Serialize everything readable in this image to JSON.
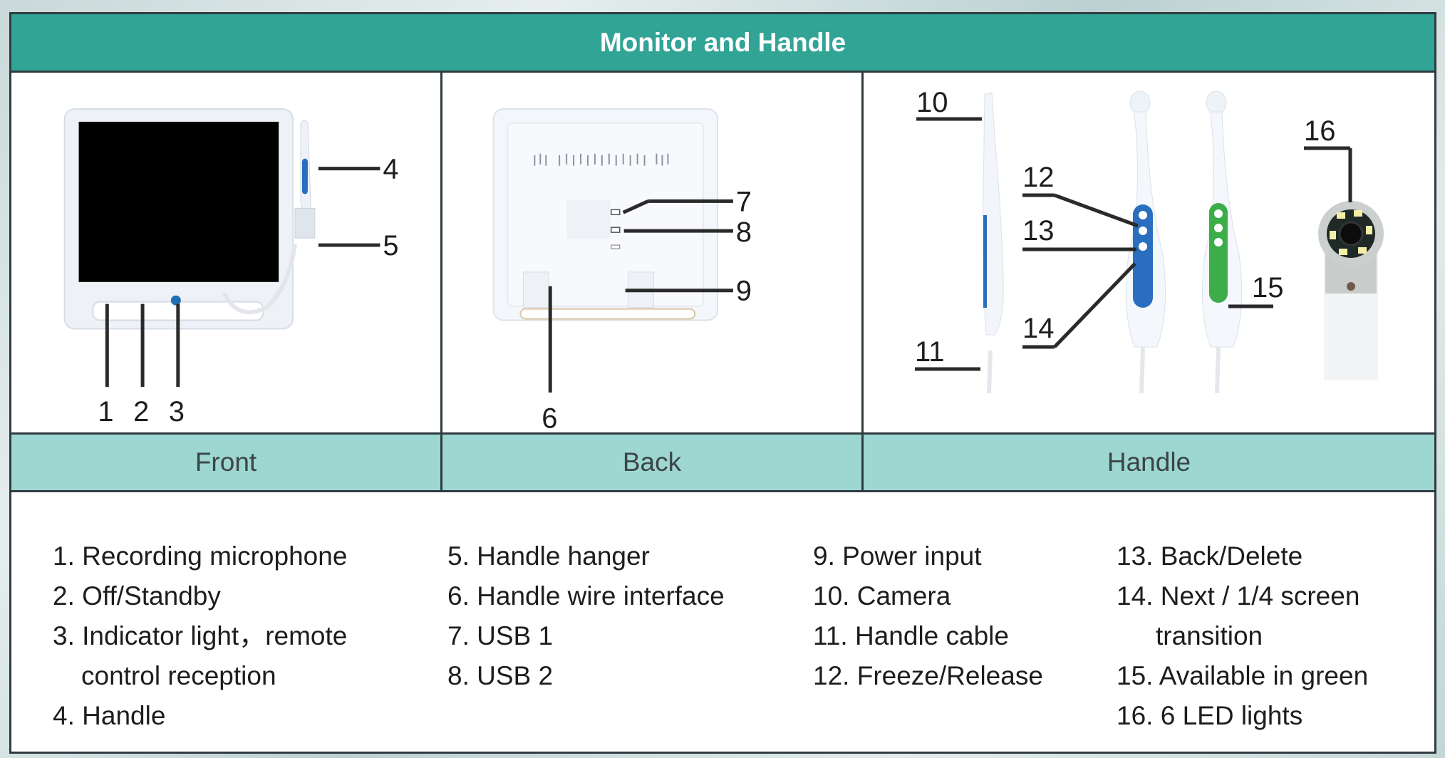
{
  "title": "Monitor and Handle",
  "panels": [
    {
      "id": "front",
      "label": "Front",
      "callouts": [
        "1",
        "2",
        "3",
        "4",
        "5"
      ]
    },
    {
      "id": "back",
      "label": "Back",
      "callouts": [
        "6",
        "7",
        "8",
        "9"
      ]
    },
    {
      "id": "handle",
      "label": "Handle",
      "callouts": [
        "10",
        "11",
        "12",
        "13",
        "14",
        "15",
        "16"
      ]
    }
  ],
  "legend": {
    "columns": [
      [
        {
          "num": "1.",
          "text": "Recording microphone"
        },
        {
          "num": "2.",
          "text": "Off/Standby"
        },
        {
          "num": "3.",
          "text": "Indicator light，remote",
          "cont": "control reception"
        },
        {
          "num": "4.",
          "text": "Handle"
        }
      ],
      [
        {
          "num": "5.",
          "text": "Handle hanger"
        },
        {
          "num": "6.",
          "text": "Handle wire interface"
        },
        {
          "num": "7.",
          "text": "USB 1"
        },
        {
          "num": "8.",
          "text": "USB 2"
        }
      ],
      [
        {
          "num": "9.",
          "text": "Power input"
        },
        {
          "num": "10.",
          "text": "Camera"
        },
        {
          "num": "11.",
          "text": "Handle cable"
        },
        {
          "num": "12.",
          "text": "Freeze/Release"
        }
      ],
      [
        {
          "num": "13.",
          "text": "Back/Delete"
        },
        {
          "num": "14.",
          "text": "Next / 1/4 screen",
          "cont": "transition"
        },
        {
          "num": "15.",
          "text": "Available in green"
        },
        {
          "num": "16.",
          "text": "6 LED lights"
        }
      ]
    ]
  },
  "colors": {
    "header": "#31a496",
    "subheader": "#9ed7d2",
    "border": "#2f3b40",
    "handle_accent_blue": "#2a6fbf",
    "handle_accent_green": "#3cad48",
    "led": "#f4efa6"
  }
}
